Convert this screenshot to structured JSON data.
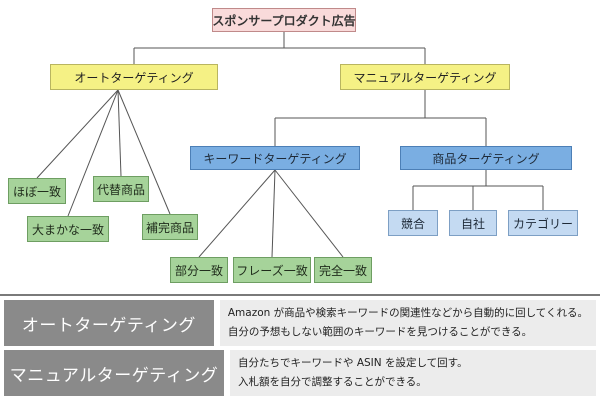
{
  "diagram": {
    "root": "スポンサープロダクト広告",
    "auto_targeting": "オートターゲティング",
    "manual_targeting": "マニュアルターゲティング",
    "keyword_targeting": "キーワードターゲティング",
    "product_targeting": "商品ターゲティング",
    "auto_children": {
      "close_match": "ほぼ一致",
      "substitutes": "代替商品",
      "loose_match": "大まかな一致",
      "complements": "補完商品"
    },
    "keyword_children": {
      "broad": "部分一致",
      "phrase": "フレーズ一致",
      "exact": "完全一致"
    },
    "product_children": {
      "competitor": "競合",
      "own": "自社",
      "category": "カテゴリー"
    }
  },
  "table": {
    "auto": {
      "label": "オートターゲティング",
      "line1": "Amazon が商品や検索キーワードの関連性などから自動的に回してくれる。",
      "line2": "自分の予想もしない範囲のキーワードを見つけることができる。"
    },
    "manual": {
      "label": "マニュアルターゲティング",
      "line1": "自分たちでキーワードや ASIN を設定して回す。",
      "line2": "入札額を自分で調整することができる。"
    }
  },
  "colors": {
    "root_fill": "#f9dada",
    "level1_fill": "#f5f185",
    "level2_fill": "#7aaee2",
    "leaf_green": "#a6d39a",
    "leaf_lightblue": "#c4daf2",
    "table_label": "#8a8a8a",
    "table_desc": "#ececec"
  }
}
